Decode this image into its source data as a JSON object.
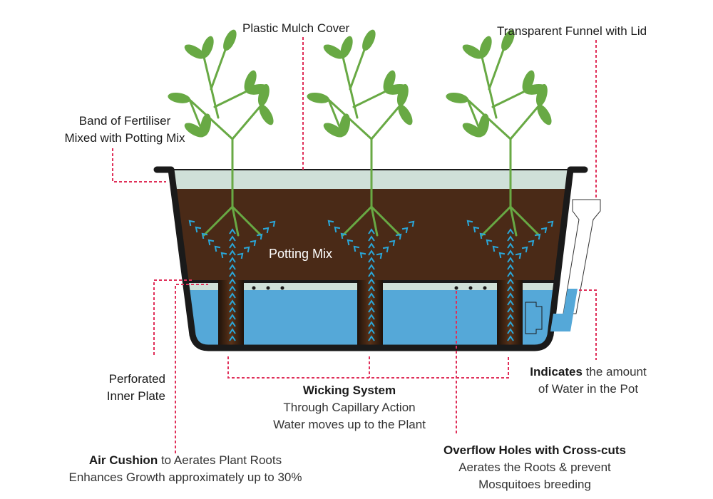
{
  "title": "Self-watering pot diagram",
  "colors": {
    "pot_outline": "#1a1a1a",
    "mulch": "#cfe0d8",
    "soil": "#4a2a17",
    "water": "#55a8d8",
    "air_gap": "#cfe0d8",
    "plant": "#68a944",
    "wick_arrows": "#2aa7d9",
    "leader_line": "#e0305a",
    "wick_column": "#3d2213"
  },
  "plants": [
    {
      "name": "plant-left"
    },
    {
      "name": "plant-middle"
    },
    {
      "name": "plant-right"
    }
  ],
  "labels": {
    "plastic_mulch": "Plastic Mulch Cover",
    "funnel": "Transparent Funnel with Lid",
    "fertiliser_line1": "Band of Fertiliser",
    "fertiliser_line2": "Mixed with Potting Mix",
    "potting_mix": "Potting Mix",
    "perforated_line1": "Perforated",
    "perforated_line2": "Inner Plate",
    "wicking_title": "Wicking System",
    "wicking_line1": "Through Capillary Action",
    "wicking_line2": "Water moves up to the Plant",
    "indicator_bold": "Indicates",
    "indicator_rest": " the amount",
    "indicator_line2": "of Water in the Pot",
    "air_bold": "Air Cushion",
    "air_rest": " to Aerates Plant Roots",
    "air_line2": "Enhances Growth approximately up to 30%",
    "overflow_title": "Overflow Holes with Cross-cuts",
    "overflow_line1": "Aerates the Roots & prevent",
    "overflow_line2": "Mosquitoes breeding"
  }
}
